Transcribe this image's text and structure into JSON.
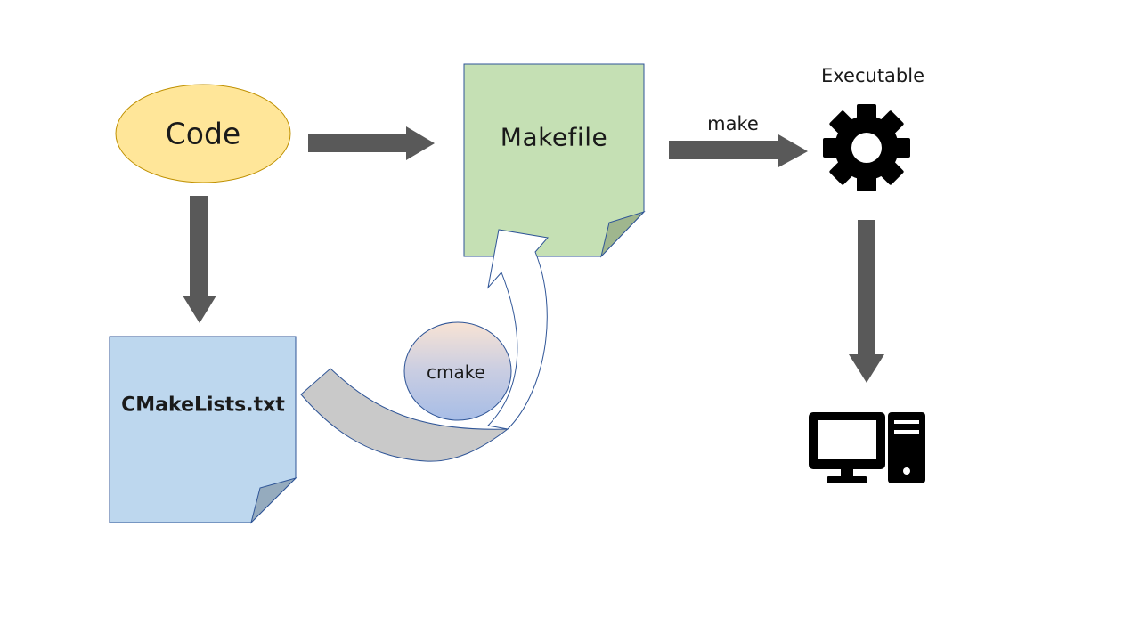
{
  "nodes": {
    "code": "Code",
    "makefile": "Makefile",
    "cmakelists": "CMakeLists.txt",
    "executable": "Executable"
  },
  "edges": {
    "cmake": "cmake",
    "make": "make"
  },
  "icons": {
    "executable": "gear-icon",
    "target": "desktop-computer-icon"
  },
  "colors": {
    "code_fill": "#ffe699",
    "code_stroke": "#bf9000",
    "makefile_fill": "#c5e0b4",
    "makefile_fold": "#9fb68e",
    "cmakelists_fill": "#bdd7ee",
    "cmakelists_fold": "#95abbe",
    "arrow": "#595959",
    "outline": "#2f5597",
    "curved_arrow_fill": "#c9c9c9"
  }
}
